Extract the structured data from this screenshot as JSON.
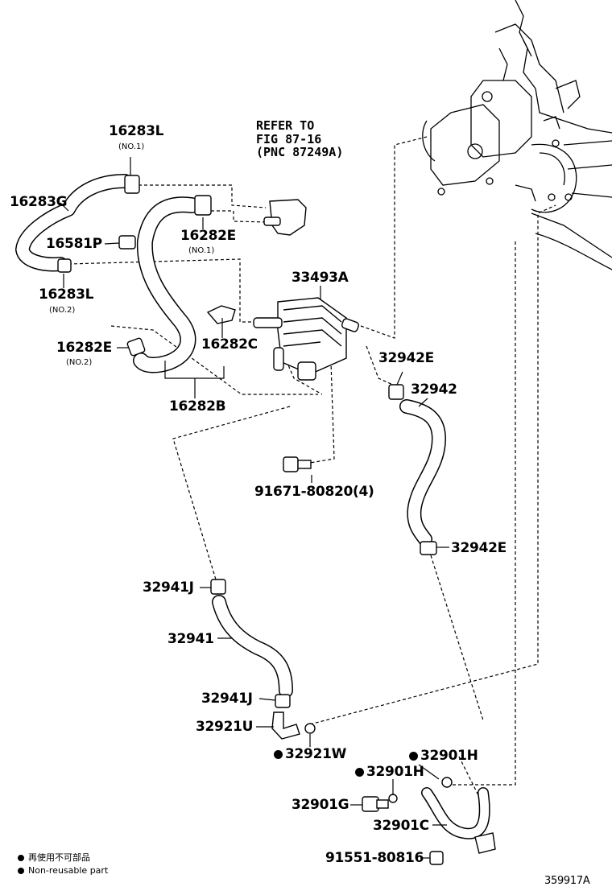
{
  "diagram": {
    "figure_id": "359917A",
    "reference": {
      "line1": "REFER TO",
      "line2": "FIG 87-16",
      "line3": "(PNC 87249A)"
    },
    "legend": {
      "jp": "再使用不可部品",
      "en": "Non-reusable part"
    },
    "parts": {
      "p16283L_1": "16283L",
      "p16283L_1_sub": "(NO.1)",
      "p16283G": "16283G",
      "p16581P": "16581P",
      "p16283L_2": "16283L",
      "p16283L_2_sub": "(NO.2)",
      "p16282E_1": "16282E",
      "p16282E_1_sub": "(NO.1)",
      "p16282E_2": "16282E",
      "p16282E_2_sub": "(NO.2)",
      "p16282C": "16282C",
      "p16282B": "16282B",
      "p33493A": "33493A",
      "p32942E_top": "32942E",
      "p32942": "32942",
      "p91671": "91671-80820(4)",
      "p32942E_bot": "32942E",
      "p32941J_top": "32941J",
      "p32941": "32941",
      "p32941J_bot": "32941J",
      "p32921U": "32921U",
      "p32921W": "32921W",
      "p32901H_a": "32901H",
      "p32901H_b": "32901H",
      "p32901G": "32901G",
      "p32901C": "32901C",
      "p91551": "91551-80816"
    }
  }
}
